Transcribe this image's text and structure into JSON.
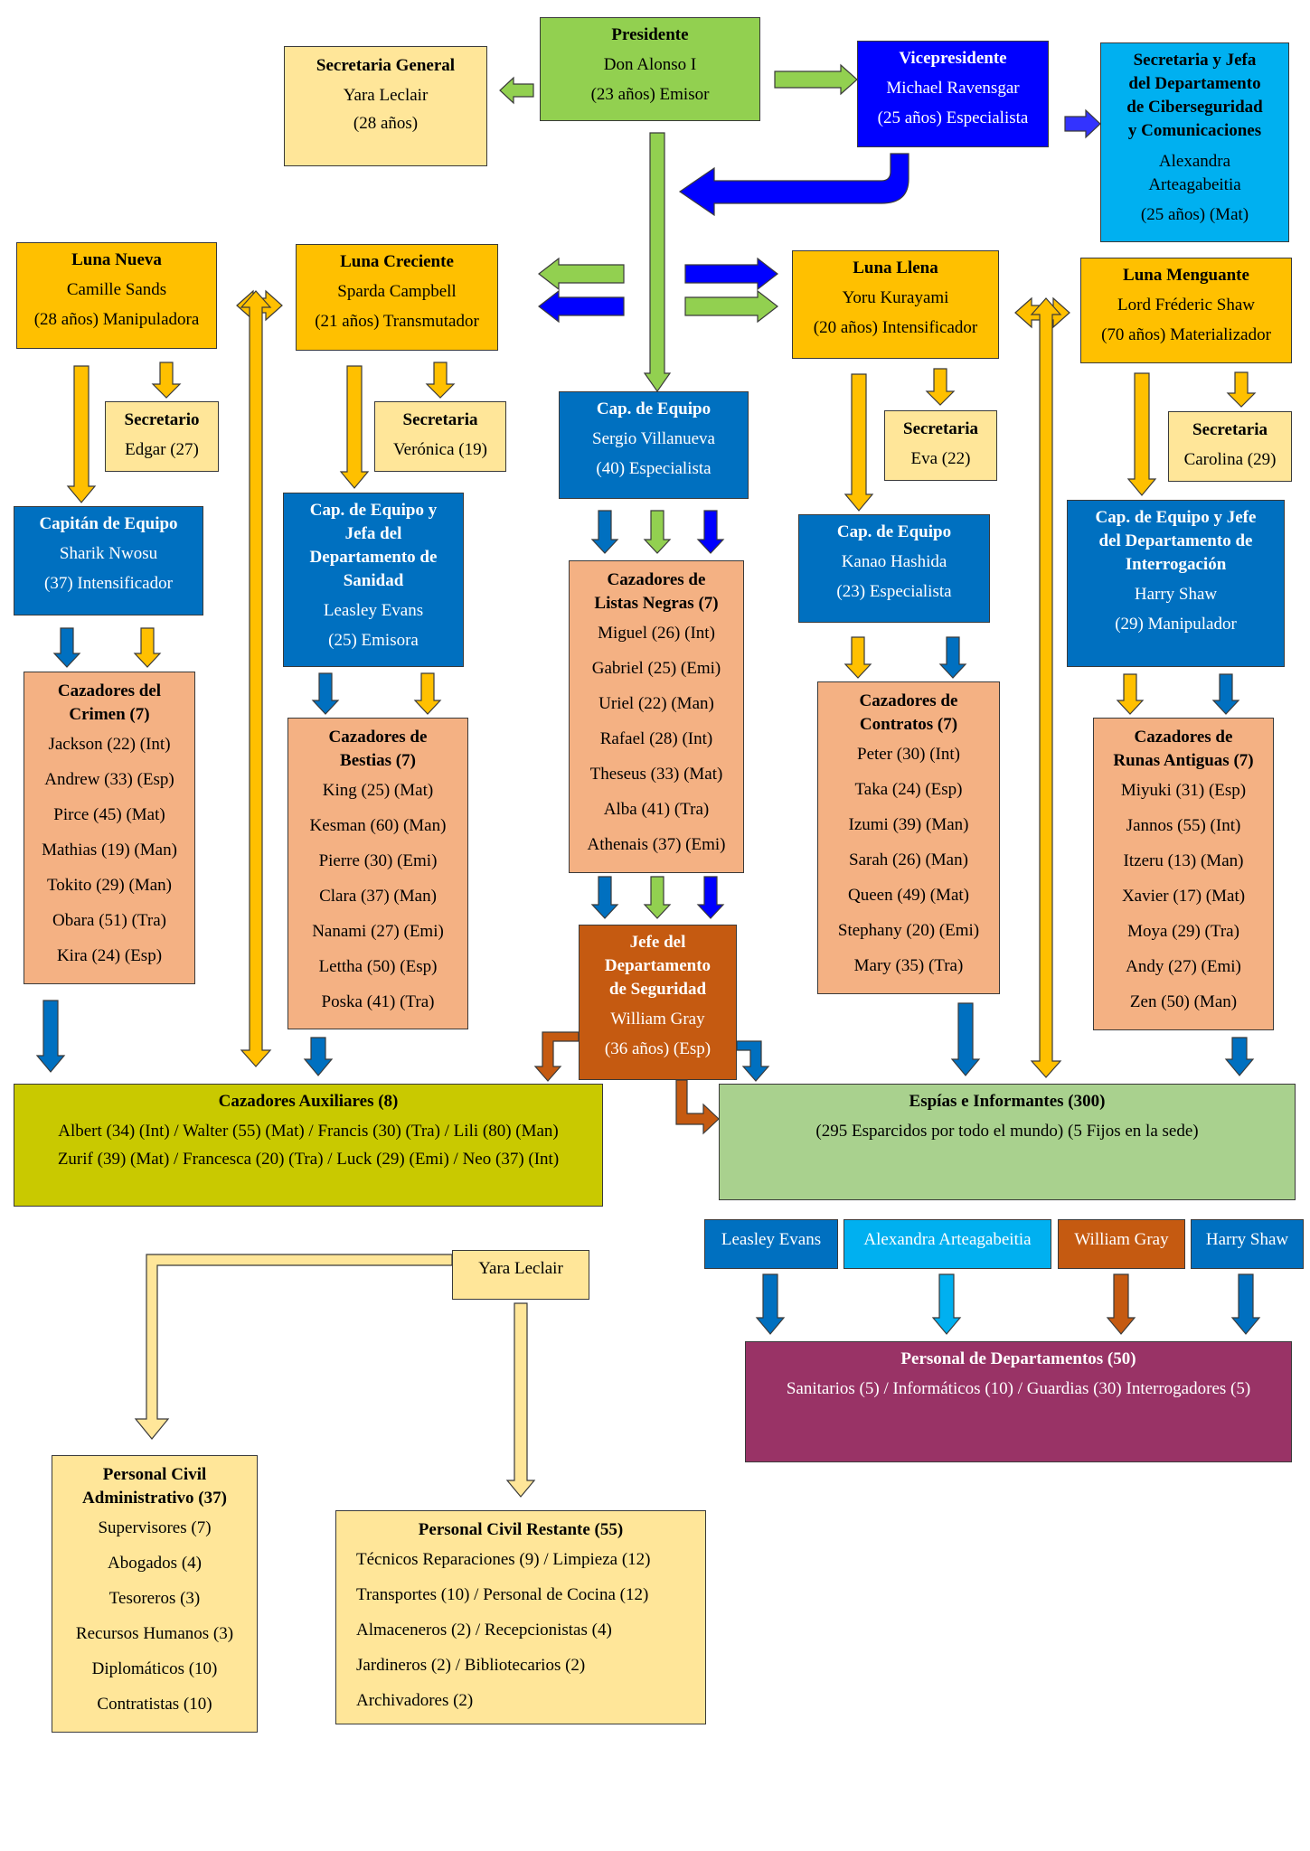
{
  "colors": {
    "green": "#92d050",
    "gold": "#ffc000",
    "cream": "#ffe699",
    "salmon": "#f4b183",
    "navy": "#0000ff",
    "blue": "#0070c0",
    "sky": "#00b0f0",
    "rust": "#c55a11",
    "olive": "#c9c900",
    "mint": "#a9d18e",
    "plum": "#993366",
    "violet": "#3333ff"
  },
  "presidente": {
    "title": "Presidente",
    "name": "Don Alonso I",
    "info": "(23 años) Emisor"
  },
  "secretaria_general": {
    "title": "Secretaria General",
    "name": "Yara Leclair",
    "info": "(28 años)"
  },
  "vicepresidente": {
    "title": "Vicepresidente",
    "name": "Michael Ravensgar",
    "info": "(25 años) Especialista"
  },
  "ciberseguridad": {
    "title": [
      "Secretaria y Jefa",
      "del Departamento",
      "de Ciberseguridad",
      "y Comunicaciones"
    ],
    "name": [
      "Alexandra",
      "Arteagabeitia"
    ],
    "info": "(25 años) (Mat)"
  },
  "luna_nueva": {
    "title": "Luna Nueva",
    "name": "Camille Sands",
    "info": "(28 años) Manipuladora"
  },
  "luna_creciente": {
    "title": "Luna Creciente",
    "name": "Sparda Campbell",
    "info": "(21 años) Transmutador"
  },
  "luna_llena": {
    "title": "Luna Llena",
    "name": "Yoru Kurayami",
    "info": "(20 años) Intensificador"
  },
  "luna_menguante": {
    "title": "Luna Menguante",
    "name": "Lord Fréderic Shaw",
    "info": "(70 años) Materializador"
  },
  "sec_edgar": {
    "title": "Secretario",
    "name": "Edgar (27)"
  },
  "sec_veronica": {
    "title": "Secretaria",
    "name": "Verónica (19)"
  },
  "sec_eva": {
    "title": "Secretaria",
    "name": "Eva (22)"
  },
  "sec_carolina": {
    "title": "Secretaria",
    "name": "Carolina (29)"
  },
  "cap_sergio": {
    "title": "Cap. de Equipo",
    "name": "Sergio Villanueva",
    "info": "(40) Especialista"
  },
  "cap_sharik": {
    "title": "Capitán de Equipo",
    "name": "Sharik Nwosu",
    "info": "(37) Intensificador"
  },
  "cap_leasley": {
    "title": [
      "Cap. de Equipo y",
      "Jefa del",
      "Departamento de",
      "Sanidad"
    ],
    "name": "Leasley Evans",
    "info": "(25) Emisora"
  },
  "cap_kanao": {
    "title": "Cap. de Equipo",
    "name": "Kanao Hashida",
    "info": "(23) Especialista"
  },
  "cap_harry": {
    "title": [
      "Cap. de Equipo y Jefe",
      "del Departamento de",
      "Interrogación"
    ],
    "name": "Harry Shaw",
    "info": "(29) Manipulador"
  },
  "crimen": {
    "title": [
      "Cazadores del",
      "Crimen (7)"
    ],
    "members": [
      "Jackson (22) (Int)",
      "Andrew (33) (Esp)",
      "Pirce (45) (Mat)",
      "Mathias (19) (Man)",
      "Tokito (29) (Man)",
      "Obara (51) (Tra)",
      "Kira (24) (Esp)"
    ]
  },
  "bestias": {
    "title": [
      "Cazadores de",
      "Bestias (7)"
    ],
    "members": [
      "King (25) (Mat)",
      "Kesman (60) (Man)",
      "Pierre (30) (Emi)",
      "Clara (37) (Man)",
      "Nanami (27) (Emi)",
      "Lettha (50) (Esp)",
      "Poska (41) (Tra)"
    ]
  },
  "listas": {
    "title": [
      "Cazadores de",
      "Listas Negras (7)"
    ],
    "members": [
      "Miguel (26) (Int)",
      "Gabriel (25) (Emi)",
      "Uriel (22) (Man)",
      "Rafael (28) (Int)",
      "Theseus (33) (Mat)",
      "Alba (41) (Tra)",
      "Athenais (37) (Emi)"
    ]
  },
  "contratos": {
    "title": [
      "Cazadores de",
      "Contratos (7)"
    ],
    "members": [
      "Peter (30) (Int)",
      "Taka (24) (Esp)",
      "Izumi (39) (Man)",
      "Sarah (26) (Man)",
      "Queen (49) (Mat)",
      "Stephany (20) (Emi)",
      "Mary (35) (Tra)"
    ]
  },
  "runas": {
    "title": [
      "Cazadores de",
      "Runas Antiguas (7)"
    ],
    "members": [
      "Miyuki (31) (Esp)",
      "Jannos (55) (Int)",
      "Itzeru (13) (Man)",
      "Xavier (17) (Mat)",
      "Moya (29) (Tra)",
      "Andy (27) (Emi)",
      "Zen (50) (Man)"
    ]
  },
  "jefe_seguridad": {
    "title": [
      "Jefe del",
      "Departamento",
      "de Seguridad"
    ],
    "name": "William Gray",
    "info": "(36 años) (Esp)"
  },
  "auxiliares": {
    "title": "Cazadores Auxiliares (8)",
    "line1": "Albert (34) (Int) / Walter (55) (Mat) / Francis (30) (Tra) / Lili (80) (Man)",
    "line2": "Zurif (39) (Mat) / Francesca (20) (Tra) / Luck (29) (Emi) / Neo (37) (Int)"
  },
  "espias": {
    "title": "Espías e Informantes (300)",
    "line1": "(295 Esparcidos por todo el mundo) (5 Fijos en la sede)"
  },
  "dept_heads": {
    "leasley": "Leasley Evans",
    "alexandra": "Alexandra Arteagabeitia",
    "william": "William Gray",
    "harry": "Harry Shaw"
  },
  "personal_departamentos": {
    "title": "Personal de Departamentos (50)",
    "line1": "Sanitarios (5) / Informáticos (10) / Guardias (30) Interrogadores (5)"
  },
  "yara_small": "Yara Leclair",
  "civil_admin": {
    "title": [
      "Personal Civil",
      "Administrativo (37)"
    ],
    "items": [
      "Supervisores (7)",
      "Abogados (4)",
      "Tesoreros (3)",
      "Recursos Humanos (3)",
      "Diplomáticos (10)",
      "Contratistas (10)"
    ]
  },
  "civil_restante": {
    "title": "Personal Civil Restante (55)",
    "items": [
      "Técnicos Reparaciones (9) / Limpieza (12)",
      "Transportes (10) / Personal de Cocina (12)",
      "Almaceneros (2) / Recepcionistas (4)",
      "Jardineros (2) / Bibliotecarios (2)",
      "Archivadores (2)"
    ]
  }
}
